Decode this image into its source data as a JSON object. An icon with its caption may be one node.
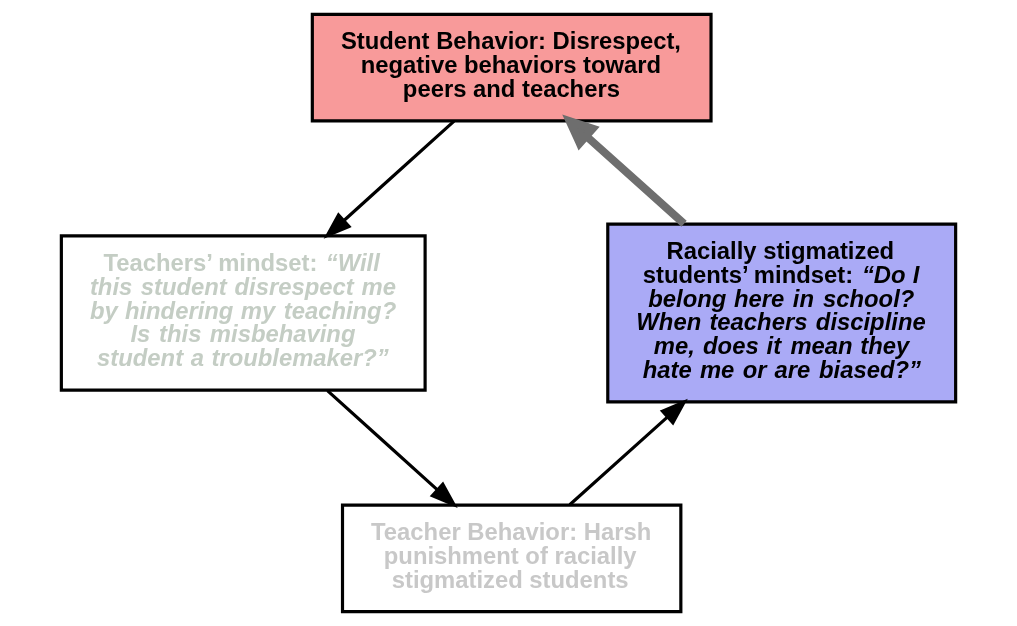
{
  "diagram": {
    "nodes": [
      {
        "text": [
          "Student Behavior: Disrespect, negative behaviors toward peers and teachers"
        ]
      },
      {
        "text": [
          "Teachers’ mindset: *“Will this student disrespect me by hindering my teaching? Is this misbehaving student a troublemaker?”*"
        ]
      },
      {
        "text": [
          "Teacher Behavior: Harsh punishment of racially stigmatized students"
        ]
      },
      {
        "text": [
          "Racially stigmatized students’ mindset: *“Do I belong here in school? When teachers discipline me, does it mean they hate me or are biased?”*"
        ]
      }
    ],
    "edges": [
      {
        "from": 0,
        "to": 1,
        "arrow": "to"
      },
      {
        "from": 1,
        "to": 2,
        "arrow": "to"
      },
      {
        "from": 2,
        "to": 3,
        "arrow": "to"
      },
      {
        "from": 3,
        "to": 0,
        "arrow": "to",
        "style": "thick",
        "color": "#6e6e6e"
      }
    ]
  }
}
